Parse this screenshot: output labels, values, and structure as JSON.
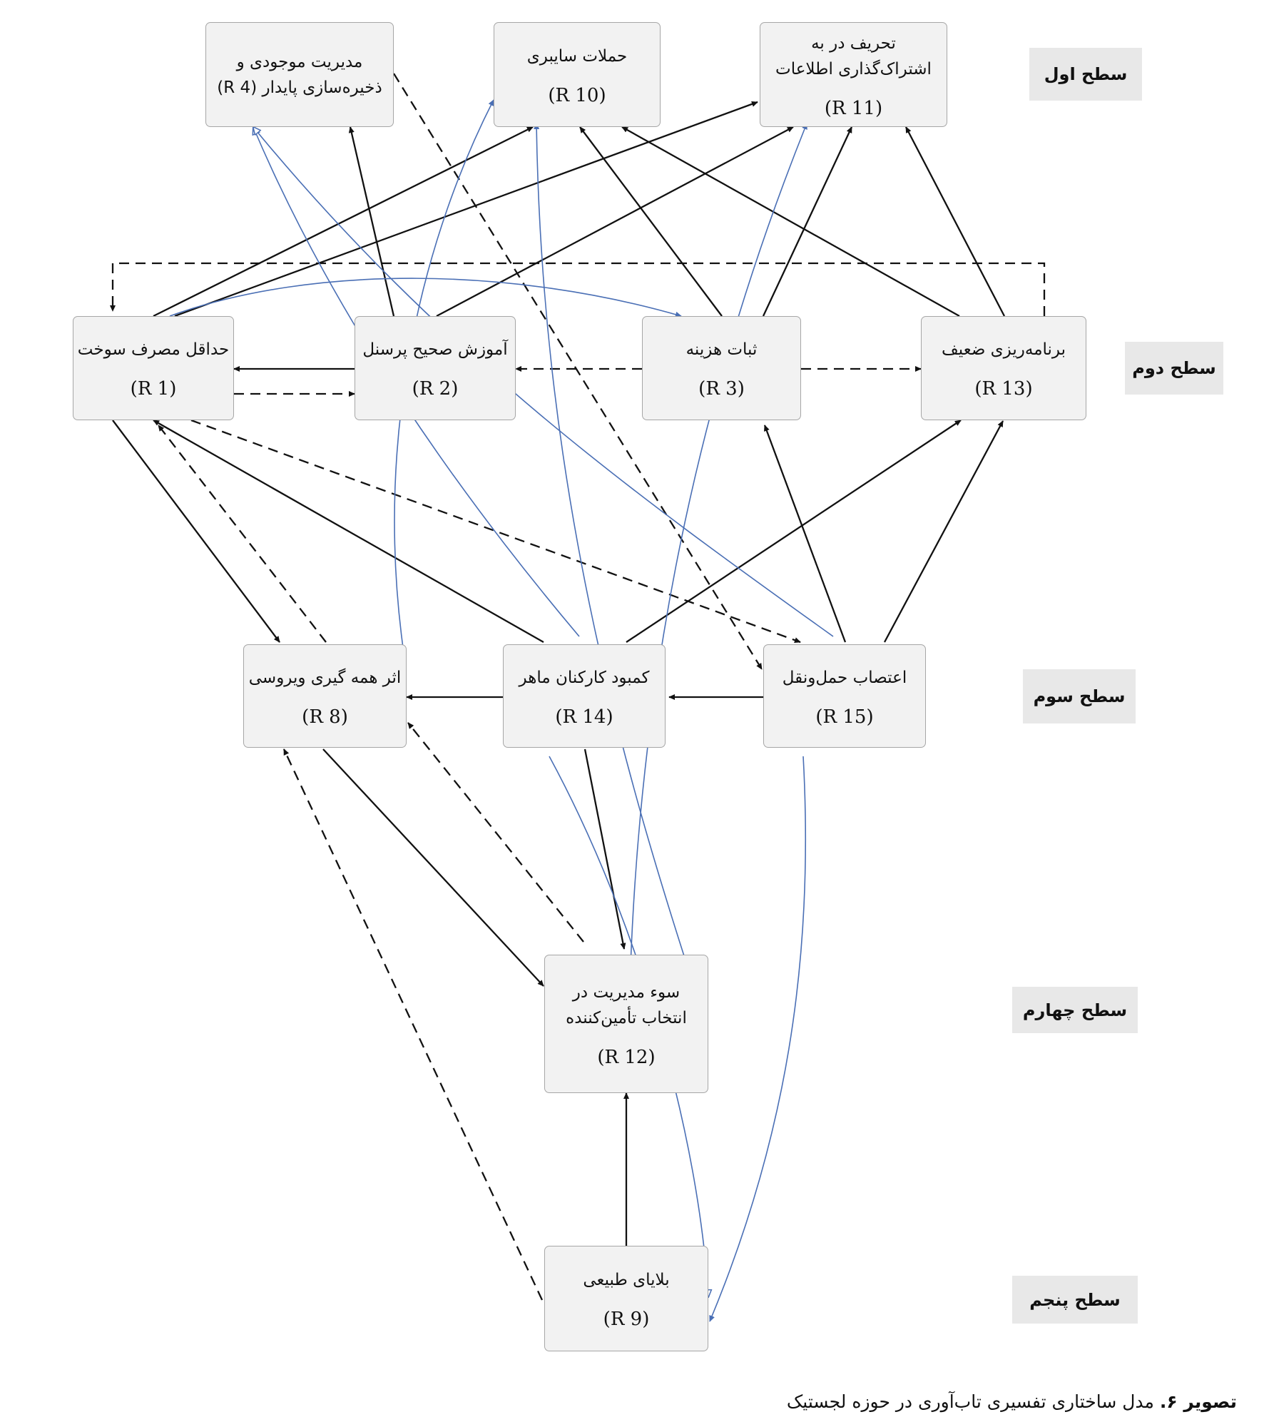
{
  "nodes": {
    "r4": {
      "label": "مدیریت موجودی و\nذخیره‌سازی پایدار (R 4)",
      "code": ""
    },
    "r10": {
      "label": "حملات سایبری",
      "code": "(R 10)"
    },
    "r11": {
      "label": "تحریف در به\nاشتراک‌گذاری اطلاعات",
      "code": "(R 11)"
    },
    "r1": {
      "label": "حداقل مصرف سوخت",
      "code": "(R 1)"
    },
    "r2": {
      "label": "آموزش صحیح پرسنل",
      "code": "(R 2)"
    },
    "r3": {
      "label": "ثبات هزینه",
      "code": "(R 3)"
    },
    "r13": {
      "label": "برنامه‌ریزی ضعیف",
      "code": "(R 13)"
    },
    "r8": {
      "label": "اثر همه گیری ویروسی",
      "code": "(R 8)"
    },
    "r14": {
      "label": "کمبود کارکنان ماهر",
      "code": "(R 14)"
    },
    "r15": {
      "label": "اعتصاب حمل‌ونقل",
      "code": "(R 15)"
    },
    "r12": {
      "label": "سوء مدیریت در\nانتخاب تأمین‌کننده",
      "code": "(R 12)"
    },
    "r9": {
      "label": "بلایای طبیعی",
      "code": "(R 9)"
    }
  },
  "levels": [
    "سطح اول",
    "سطح دوم",
    "سطح سوم",
    "سطح چهارم",
    "سطح پنجم"
  ],
  "caption": {
    "label": "تصویر ۶.",
    "text": "مدل ساختاری تفسیری تاب‌آوری در حوزه لجستیک"
  },
  "colors": {
    "edge": "#111111",
    "blue_edge": "#4a6fb5",
    "node_fill": "#f2f2f2",
    "level_fill": "#e8e8e8"
  }
}
